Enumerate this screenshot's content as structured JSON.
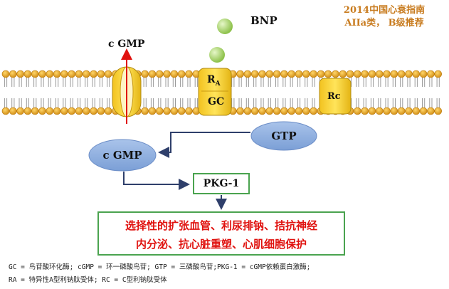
{
  "title": {
    "line1": "2014中国心衰指南",
    "line2": "AIIa类， B级推荐"
  },
  "labels": {
    "bnp": "BNP",
    "cgmp_top": "c GMP",
    "ra_letter": "R",
    "ra_sub": "A",
    "gc": "GC",
    "rc": "Rc",
    "gtp": "GTP",
    "cgmp_node": "c GMP",
    "pkg": "PKG-1"
  },
  "effects": {
    "line1": "选择性的扩张血管、利尿排钠、拮抗神经",
    "line2": "内分泌、抗心脏重塑、心肌细胞保护"
  },
  "footnotes": {
    "line1": "GC = 鸟苷酸环化酶;  cGMP = 环一磷酸鸟苷;   GTP = 三磷酸鸟苷;PKG-1 = cGMP依赖蛋白激酶;",
    "line2": "RA = 特异性A型利钠肽受体; RC = C型利钠肽受体"
  },
  "colors": {
    "title": "#c87b1e",
    "lipid_head": "#e8a51f",
    "receptor": "#ffd43b",
    "bnp_ball": "#a9d66b",
    "ellipse": "#8fb0df",
    "box_border": "#4aa34f",
    "effect_text": "#e0120f",
    "arrow_red": "#e0120f"
  }
}
